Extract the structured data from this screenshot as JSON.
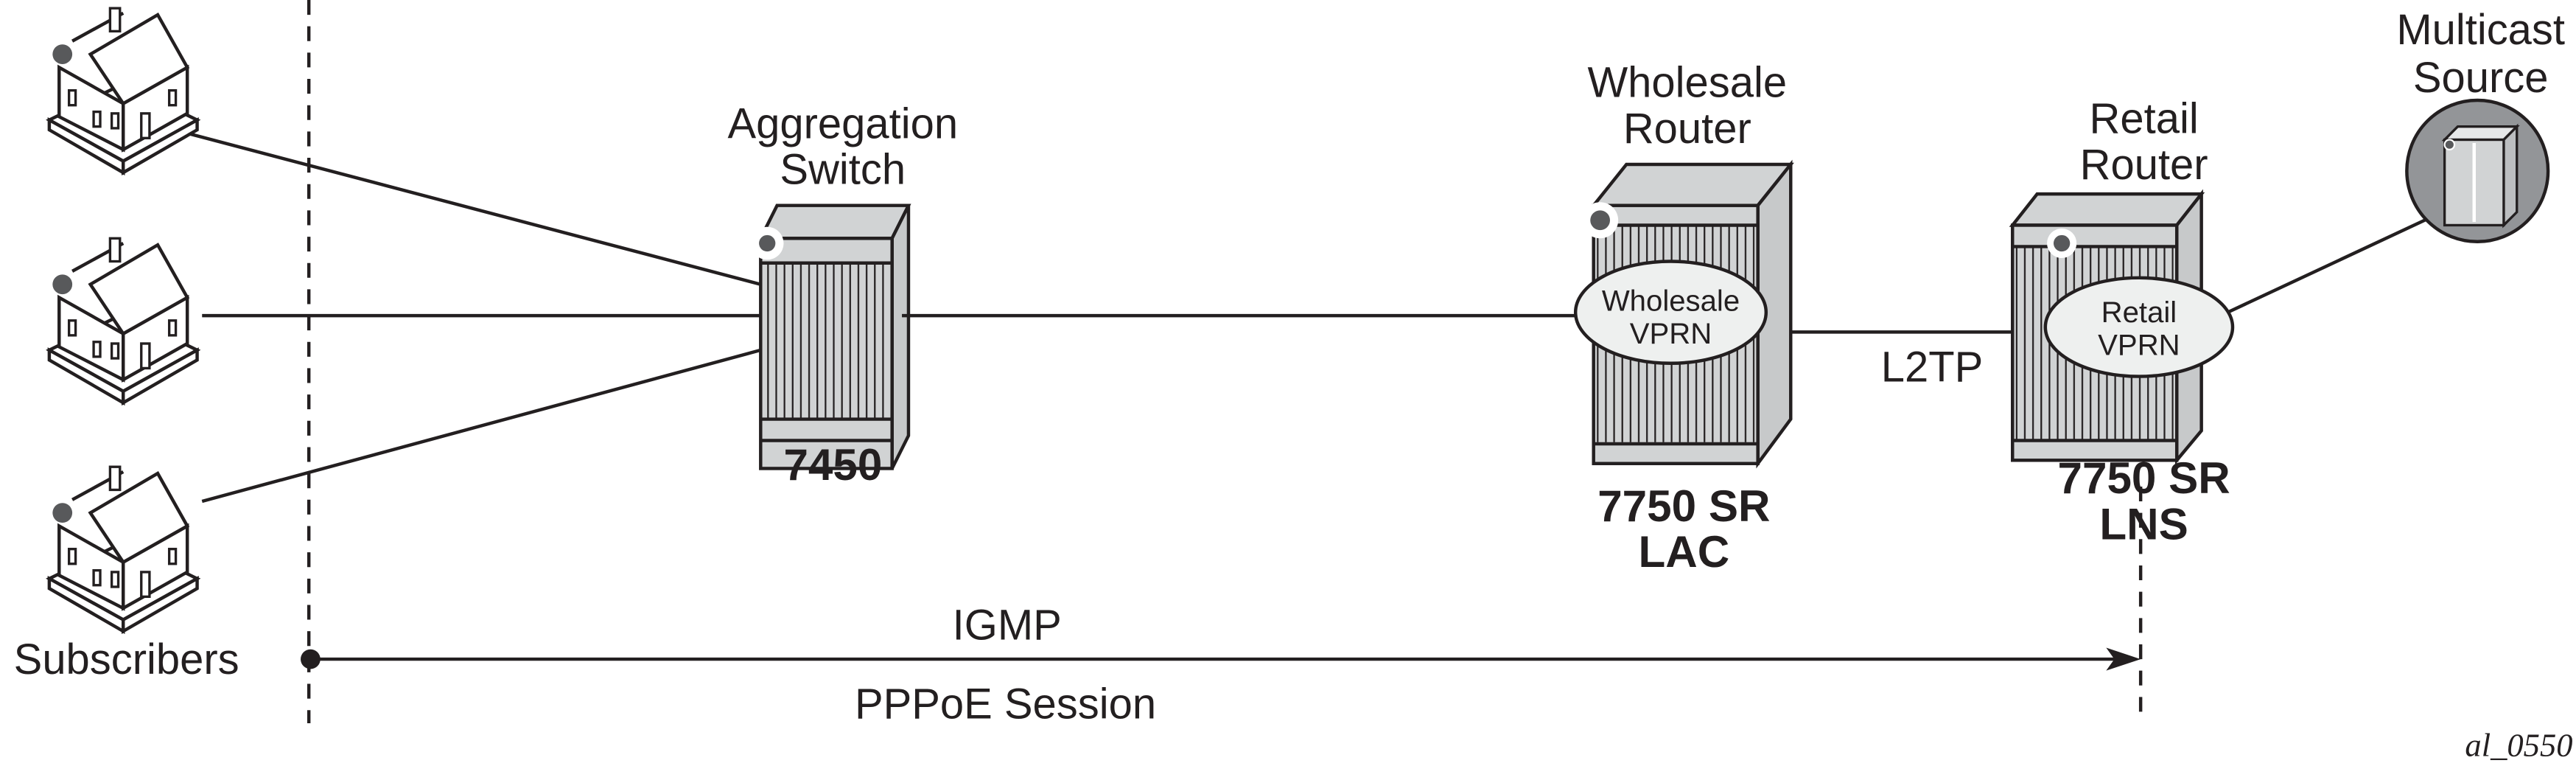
{
  "subscribers": {
    "label": "Subscribers",
    "count": 3,
    "icon": "house-icon"
  },
  "aggregation_switch": {
    "title_line1": "Aggregation",
    "title_line2": "Switch",
    "model": "7450"
  },
  "wholesale_router": {
    "title_line1": "Wholesale",
    "title_line2": "Router",
    "model": "7750 SR",
    "role": "LAC",
    "vprn_line1": "Wholesale",
    "vprn_line2": "VPRN"
  },
  "retail_router": {
    "title_line1": "Retail",
    "title_line2": "Router",
    "model": "7750 SR",
    "role": "LNS",
    "vprn_line1": "Retail",
    "vprn_line2": "VPRN"
  },
  "multicast_source": {
    "title_line1": "Multicast",
    "title_line2": "Source"
  },
  "links": {
    "tunnel": "L2TP"
  },
  "session": {
    "above": "IGMP",
    "below": "PPPoE Session"
  },
  "figure_id": "al_0550",
  "colors": {
    "line": "#231f20",
    "device_fill": "#d1d3d4",
    "status_dot": "#58595b",
    "vprn_fill": "#eef0ef"
  }
}
